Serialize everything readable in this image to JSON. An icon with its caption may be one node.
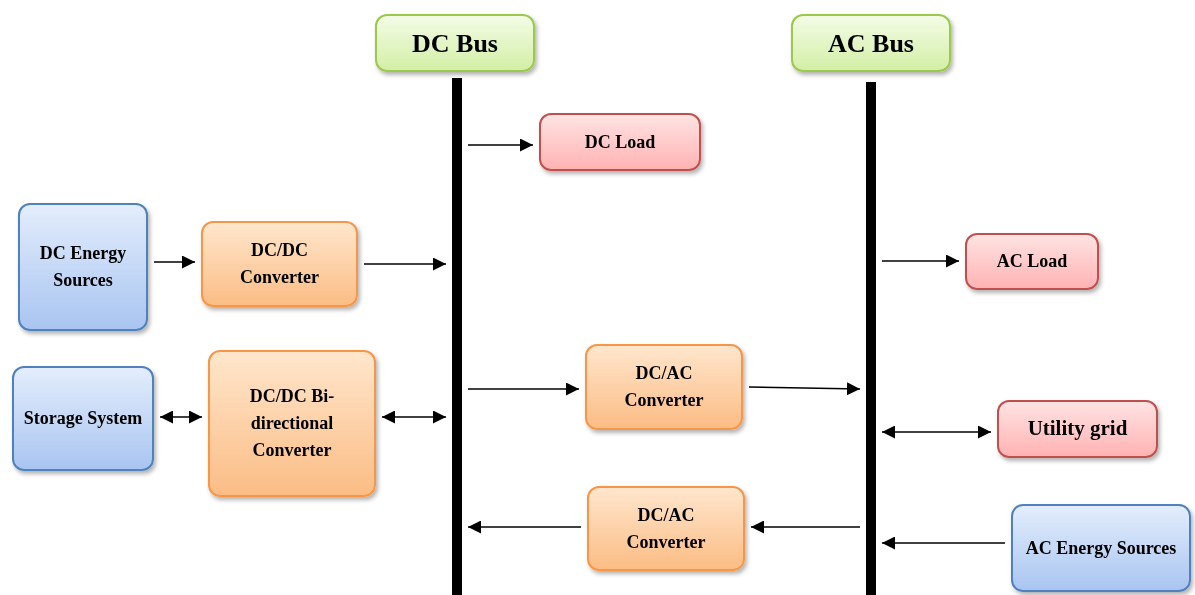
{
  "diagram": {
    "nodes": [
      {
        "text": [
          "DC Bus"
        ]
      },
      {
        "text": [],
        "shape": "bar"
      },
      {
        "text": [
          "AC Bus"
        ]
      },
      {
        "text": [],
        "shape": "bar"
      },
      {
        "text": [
          "DC Load"
        ]
      },
      {
        "text": [
          "DC Energy Sources"
        ]
      },
      {
        "text": [
          "DC/DC Converter"
        ]
      },
      {
        "text": [
          "AC Load"
        ]
      },
      {
        "text": [
          "Storage System"
        ]
      },
      {
        "text": [
          "DC/DC Bi-directional Converter"
        ]
      },
      {
        "text": [
          "DC/AC Converter"
        ]
      },
      {
        "text": [
          "Utility grid"
        ]
      },
      {
        "text": [
          "DC/AC Converter"
        ]
      },
      {
        "text": [
          "AC Energy Sources"
        ]
      }
    ],
    "edges": [
      {
        "from": 1,
        "to": 4,
        "arrow": "to"
      },
      {
        "from": 5,
        "to": 6,
        "arrow": "to"
      },
      {
        "from": 6,
        "to": 1,
        "arrow": "to"
      },
      {
        "from": 3,
        "to": 7,
        "arrow": "to"
      },
      {
        "from": 8,
        "to": 9,
        "arrow": "both"
      },
      {
        "from": 9,
        "to": 1,
        "arrow": "both"
      },
      {
        "from": 1,
        "to": 10,
        "arrow": "to"
      },
      {
        "from": 10,
        "to": 3,
        "arrow": "to"
      },
      {
        "from": 3,
        "to": 11,
        "arrow": "both"
      },
      {
        "from": 3,
        "to": 12,
        "arrow": "to"
      },
      {
        "from": 12,
        "to": 1,
        "arrow": "to"
      },
      {
        "from": 13,
        "to": 3,
        "arrow": "to"
      }
    ]
  }
}
